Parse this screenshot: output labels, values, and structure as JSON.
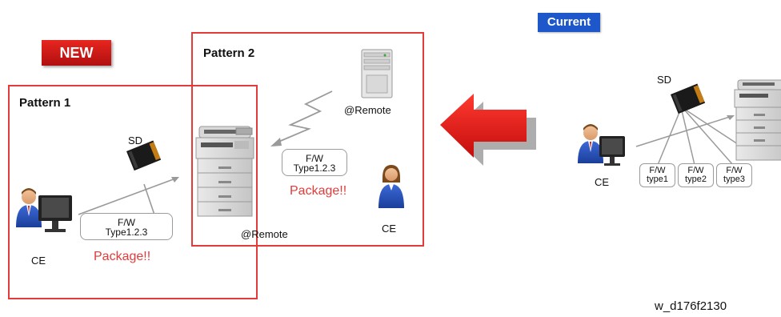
{
  "badges": {
    "new": "NEW",
    "current": "Current"
  },
  "pattern1": {
    "title": "Pattern 1",
    "sd_label": "SD",
    "ce_label": "CE",
    "fw_line1": "F/W",
    "fw_line2": "Type1.2.3",
    "package_label": "Package!!"
  },
  "pattern2": {
    "title": "Pattern 2",
    "remote_server_label": "@Remote",
    "remote_device_label": "@Remote",
    "fw_line1": "F/W",
    "fw_line2": "Type1.2.3",
    "package_label": "Package!!",
    "ce_label": "CE"
  },
  "current": {
    "sd_label": "SD",
    "ce_label": "CE",
    "fw_boxes": [
      {
        "line1": "F/W",
        "line2": "type1"
      },
      {
        "line1": "F/W",
        "line2": "type2"
      },
      {
        "line1": "F/W",
        "line2": "type3"
      }
    ]
  },
  "figure_code": "w_d176f2130",
  "colors": {
    "frame": "#e33a3a",
    "new_badge": "#d01a16",
    "current_badge": "#1d57c9",
    "package_text": "#e33a3a",
    "arrow": "#e8211b"
  },
  "icons": [
    "person-icon",
    "monitor-icon",
    "sd-card-icon",
    "mfp-printer-icon",
    "server-icon",
    "wireless-signal-icon",
    "left-arrow-icon"
  ]
}
